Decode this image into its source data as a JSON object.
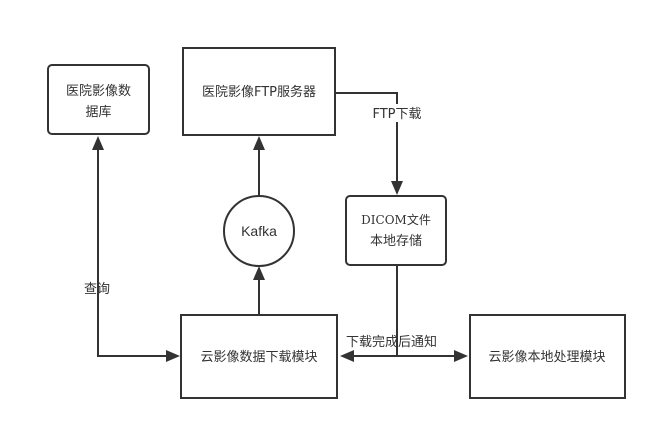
{
  "diagram": {
    "nodes": {
      "hospital_db": {
        "lines": [
          "医院影像数",
          "据库"
        ]
      },
      "ftp_server": {
        "label": "医院影像FTP服务器"
      },
      "kafka": {
        "label": "Kafka"
      },
      "dicom_storage": {
        "lines": [
          "DICOM文件",
          "本地存储"
        ]
      },
      "cloud_download": {
        "label": "云影像数据下载模块"
      },
      "cloud_processing": {
        "label": "云影像本地处理模块"
      }
    },
    "edges": {
      "ftp_download": {
        "label": "FTP下载"
      },
      "query": {
        "label": "查询"
      },
      "notify": {
        "label": "下载完成后通知"
      }
    }
  }
}
